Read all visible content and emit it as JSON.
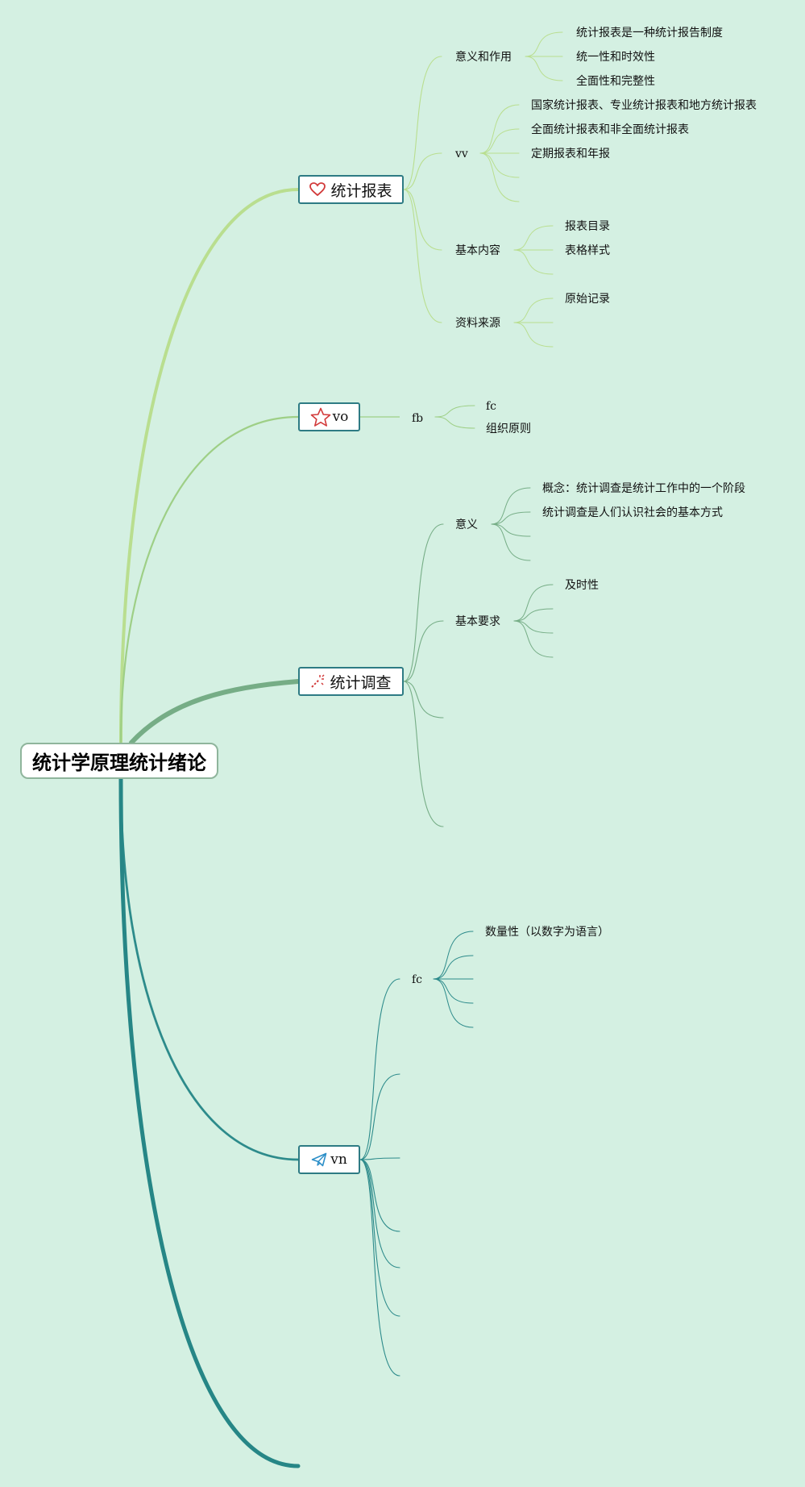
{
  "root": {
    "label": "统计学原理统计绪论"
  },
  "branches": [
    {
      "label": "统计报表",
      "icon": "heart-icon",
      "color": "#b9de8f",
      "children": [
        {
          "label": "意义和作用",
          "children": [
            "统计报表是一种统计报告制度",
            "统一性和时效性",
            "全面性和完整性"
          ]
        },
        {
          "label": "vv",
          "children": [
            "国家统计报表、专业统计报表和地方统计报表",
            "全面统计报表和非全面统计报表",
            "定期报表和年报",
            "",
            ""
          ]
        },
        {
          "label": "基本内容",
          "children": [
            "报表目录",
            "表格样式",
            ""
          ]
        },
        {
          "label": "资料来源",
          "children": [
            "原始记录",
            "",
            ""
          ]
        }
      ]
    },
    {
      "label": "vo",
      "icon": "star-icon",
      "color": "#9ecf86",
      "children": [
        {
          "label": "fb",
          "children": [
            "fc",
            "组织原则"
          ]
        }
      ]
    },
    {
      "label": "统计调查",
      "icon": "magic-wand-icon",
      "color": "#76ad86",
      "children": [
        {
          "label": "意义",
          "children": [
            "概念：统计调查是统计工作中的一个阶段",
            "统计调查是人们认识社会的基本方式",
            "",
            ""
          ]
        },
        {
          "label": "基本要求",
          "children": [
            "及时性",
            "",
            "",
            ""
          ]
        },
        {
          "label": "",
          "children": []
        },
        {
          "label": "",
          "children": []
        }
      ]
    },
    {
      "label": "vn",
      "icon": "paper-plane-icon",
      "color": "#2d8b8b",
      "children": [
        {
          "label": "fc",
          "children": [
            "数量性（以数字为语言）",
            "",
            "",
            "",
            ""
          ]
        },
        {
          "label": "",
          "children": []
        },
        {
          "label": "",
          "children": []
        },
        {
          "label": "",
          "children": []
        },
        {
          "label": "",
          "children": []
        },
        {
          "label": "",
          "children": []
        },
        {
          "label": "",
          "children": []
        }
      ]
    },
    {
      "label": "",
      "icon": "",
      "color": "#268686",
      "children": []
    }
  ]
}
